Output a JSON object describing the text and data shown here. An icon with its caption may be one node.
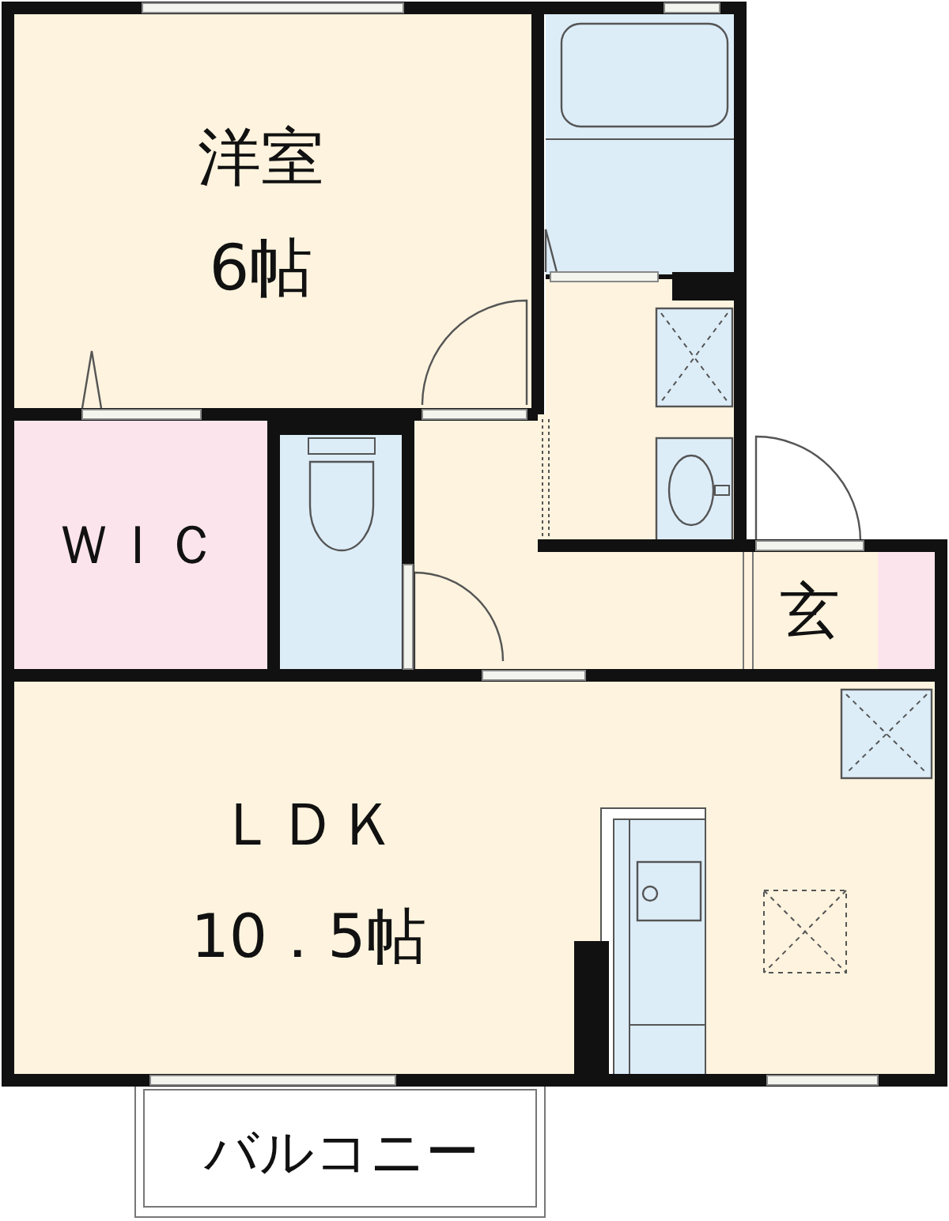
{
  "diagram": {
    "nodes": [
      {
        "text": [
          "洋室",
          "6帖"
        ]
      },
      {
        "text": [
          "ＷＩＣ"
        ]
      },
      {
        "text": [
          "玄"
        ]
      },
      {
        "text": [
          "ＬＤＫ",
          "10．5帖"
        ]
      },
      {
        "text": [
          "バルコニー"
        ]
      }
    ]
  }
}
